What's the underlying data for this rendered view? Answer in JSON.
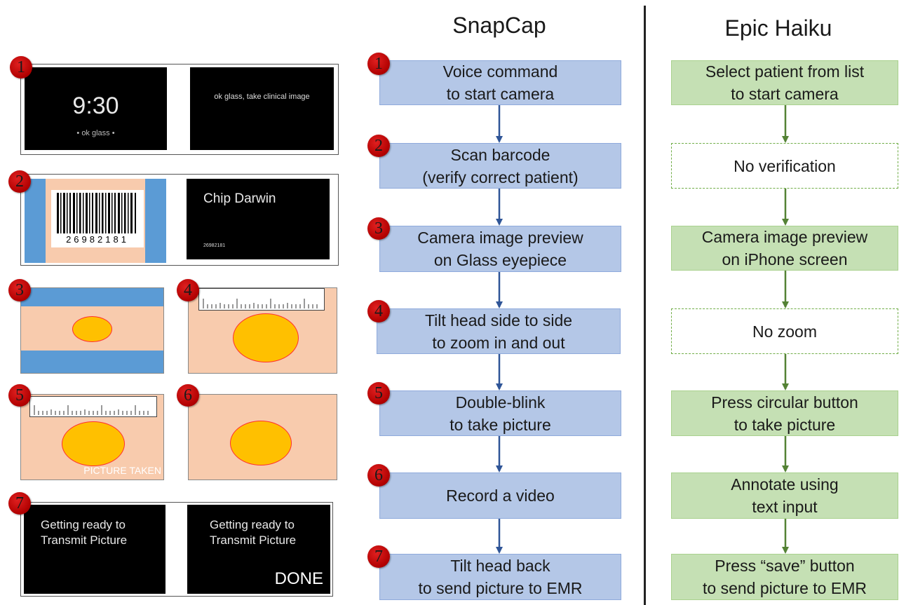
{
  "columns": {
    "snapcap_title": "SnapCap",
    "epic_title": "Epic Haiku"
  },
  "snapcap_steps": [
    {
      "num": "1",
      "text": "Voice command\nto start camera"
    },
    {
      "num": "2",
      "text": "Scan barcode\n(verify correct patient)"
    },
    {
      "num": "3",
      "text": "Camera image preview\non Glass eyepiece"
    },
    {
      "num": "4",
      "text": "Tilt head side to side\nto zoom in and out"
    },
    {
      "num": "5",
      "text": "Double-blink\nto take picture"
    },
    {
      "num": "6",
      "text": "Record a video"
    },
    {
      "num": "7",
      "text": "Tilt head back\nto send picture to EMR"
    }
  ],
  "epic_steps": [
    {
      "text": "Select patient from list\nto start camera",
      "style": "solid"
    },
    {
      "text": "No verification",
      "style": "dashed"
    },
    {
      "text": "Camera image preview\non iPhone screen",
      "style": "solid"
    },
    {
      "text": "No zoom",
      "style": "dashed"
    },
    {
      "text": "Press circular button\nto take picture",
      "style": "solid"
    },
    {
      "text": "Annotate using\ntext input",
      "style": "solid"
    },
    {
      "text": "Press “save” button\nto send picture to EMR",
      "style": "solid"
    }
  ],
  "panels": {
    "p1": {
      "num": "1",
      "time": "9:30",
      "hint": "• ok glass •",
      "command": "ok glass, take clinical image"
    },
    "p2": {
      "num": "2",
      "barcode_number": "26982181",
      "patient_name": "Chip Darwin",
      "patient_id": "26982181"
    },
    "p3": {
      "num": "3"
    },
    "p4": {
      "num": "4"
    },
    "p5": {
      "num": "5",
      "overlay": "PICTURE TAKEN"
    },
    "p6": {
      "num": "6"
    },
    "p7": {
      "num": "7",
      "left_text": "Getting ready to\nTransmit Picture",
      "right_text": "Getting ready to\nTransmit Picture",
      "done": "DONE"
    }
  },
  "colors": {
    "snapcap_box": "#b4c7e7",
    "epic_box": "#c5e0b4",
    "snapcap_arrow": "#2f5597",
    "epic_arrow": "#548235",
    "badge": "#c00000"
  }
}
